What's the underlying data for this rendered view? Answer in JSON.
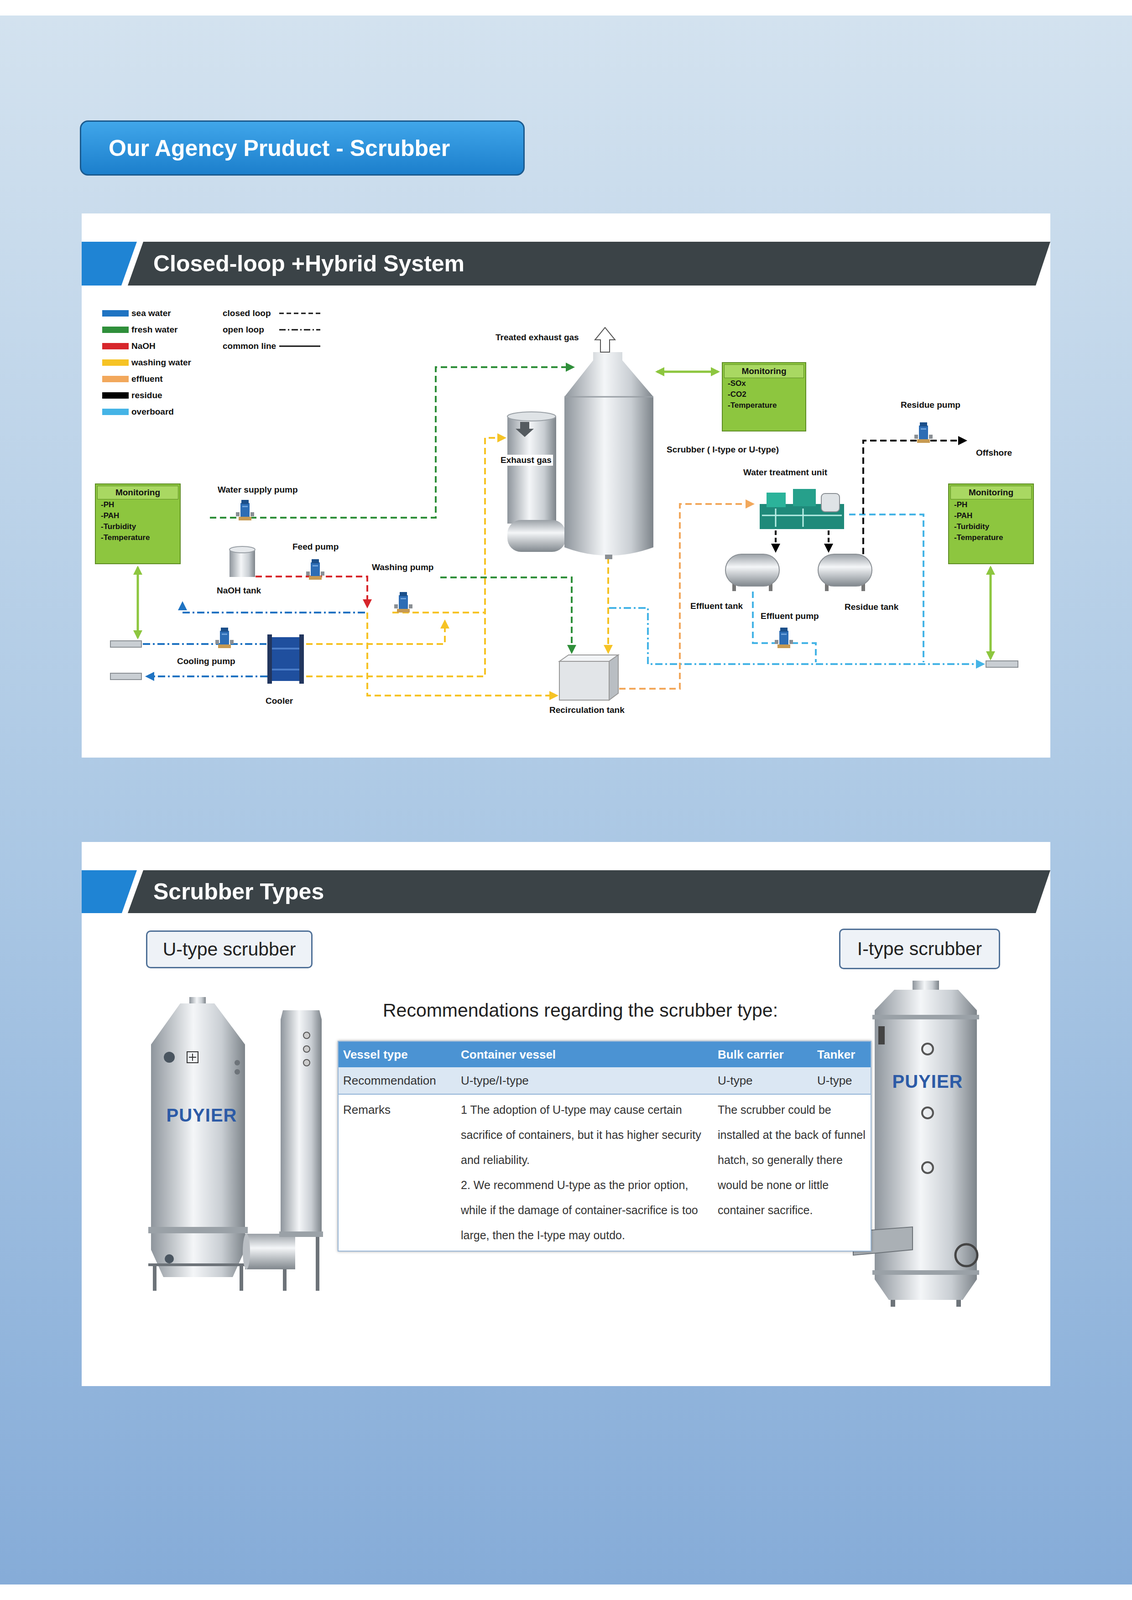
{
  "diagram": {
    "title": "Our Agency Pruduct - Scrubber",
    "nodes": [
      {
        "text": [
          "Closed-loop +Hybrid System"
        ]
      },
      {
        "text": [
          "Monitoring",
          "-SOx",
          "-CO2",
          "-Temperature"
        ]
      },
      {
        "text": [
          "Monitoring",
          "-PH",
          "-PAH",
          "-Turbidity",
          "-Temperature"
        ]
      },
      {
        "text": [
          "Monitoring",
          "-PH",
          "-PAH",
          "-Turbidity",
          "-Temperature"
        ]
      },
      {
        "text": [
          "Scrubber Types"
        ]
      },
      {
        "text": [
          "U-type scrubber"
        ]
      },
      {
        "text": [
          "I-type scrubber"
        ]
      }
    ],
    "labels": [
      "Treated exhaust gas",
      "Exhaust gas",
      "Scrubber ( I-type or U-type)",
      "Residue pump",
      "Offshore",
      "Water treatment unit",
      "Water supply pump",
      "Feed pump",
      "NaOH tank",
      "Washing pump",
      "Effluent tank",
      "Effluent pump",
      "Residue tank",
      "Cooling pump",
      "Cooler",
      "Recirculation tank",
      "Recommendations regarding the scrubber type:",
      "Vessel type",
      "Container vessel",
      "Bulk carrier",
      "Tanker",
      "Recommendation",
      "U-type/I-type",
      "U-type",
      "U-type",
      "Remarks",
      "1 The adoption of U-type may cause certain sacrifice of containers, but it has higher security and reliability.",
      "2. We recommend U-type as the prior option, while if the damage of container-sacrifice is too large, then the I-type may outdo.",
      "The scrubber could be installed at the back of funnel hatch, so generally there would be none or little container sacrifice.",
      "PUYIER",
      "PUYIER"
    ],
    "legend": [
      {
        "text": "sea water",
        "color": "#1f73c2"
      },
      {
        "text": "fresh water",
        "color": "#2f8f3a"
      },
      {
        "text": "NaOH",
        "color": "#d7262b"
      },
      {
        "text": "washing water",
        "color": "#f6c325"
      },
      {
        "text": "effluent",
        "color": "#f2a85c"
      },
      {
        "text": "residue",
        "color": "#000000"
      },
      {
        "text": "overboard",
        "color": "#45b4e6"
      },
      {
        "text": "closed loop"
      },
      {
        "text": "open loop"
      },
      {
        "text": "common line"
      }
    ]
  }
}
